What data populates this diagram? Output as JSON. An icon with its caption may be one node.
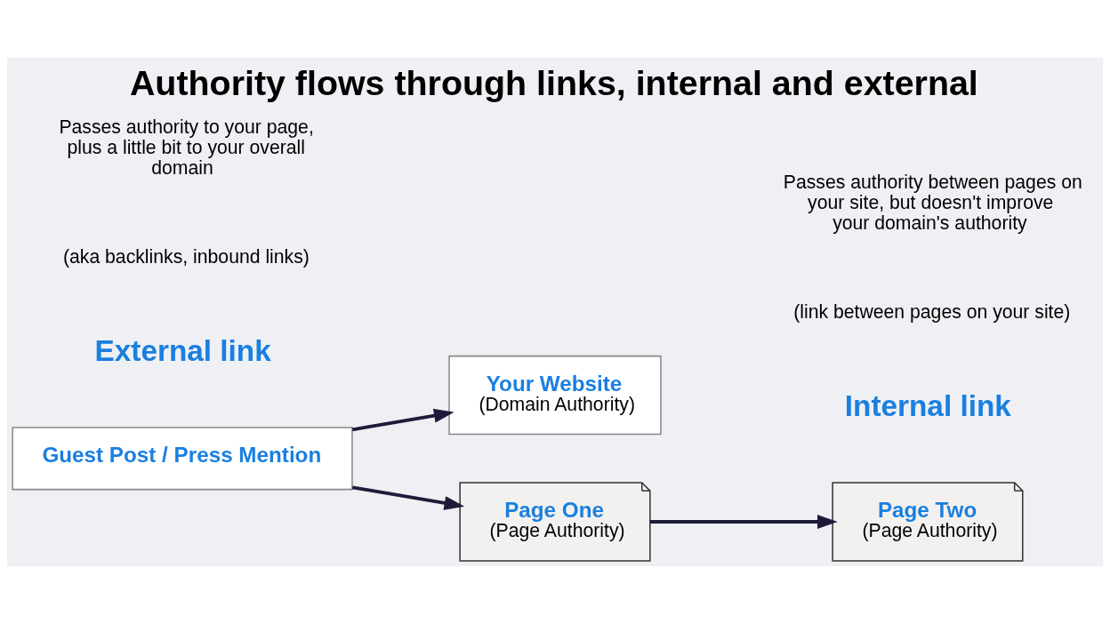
{
  "diagram": {
    "title": "Authority flows through links, internal and external",
    "nodes": [
      {
        "text": [
          "Guest Post / Press Mention"
        ]
      },
      {
        "text": [
          "Your Website",
          "(Domain Authority)"
        ]
      },
      {
        "text": [
          "Page One",
          "(Page Authority)"
        ]
      },
      {
        "text": [
          "Page Two",
          "(Page Authority)"
        ]
      }
    ],
    "edges": [
      {
        "from": 0,
        "to": 1,
        "arrow": "to"
      },
      {
        "from": 0,
        "to": 2,
        "arrow": "to"
      },
      {
        "from": 2,
        "to": 3,
        "arrow": "to"
      }
    ],
    "labels": [
      "External link",
      "(aka backlinks, inbound links)",
      "Passes authority to your page, plus a little bit to your overall domain",
      "Internal link",
      "(link between pages on your site)",
      "Passes authority between pages on your site, but doesn't improve your domain's authority"
    ]
  }
}
